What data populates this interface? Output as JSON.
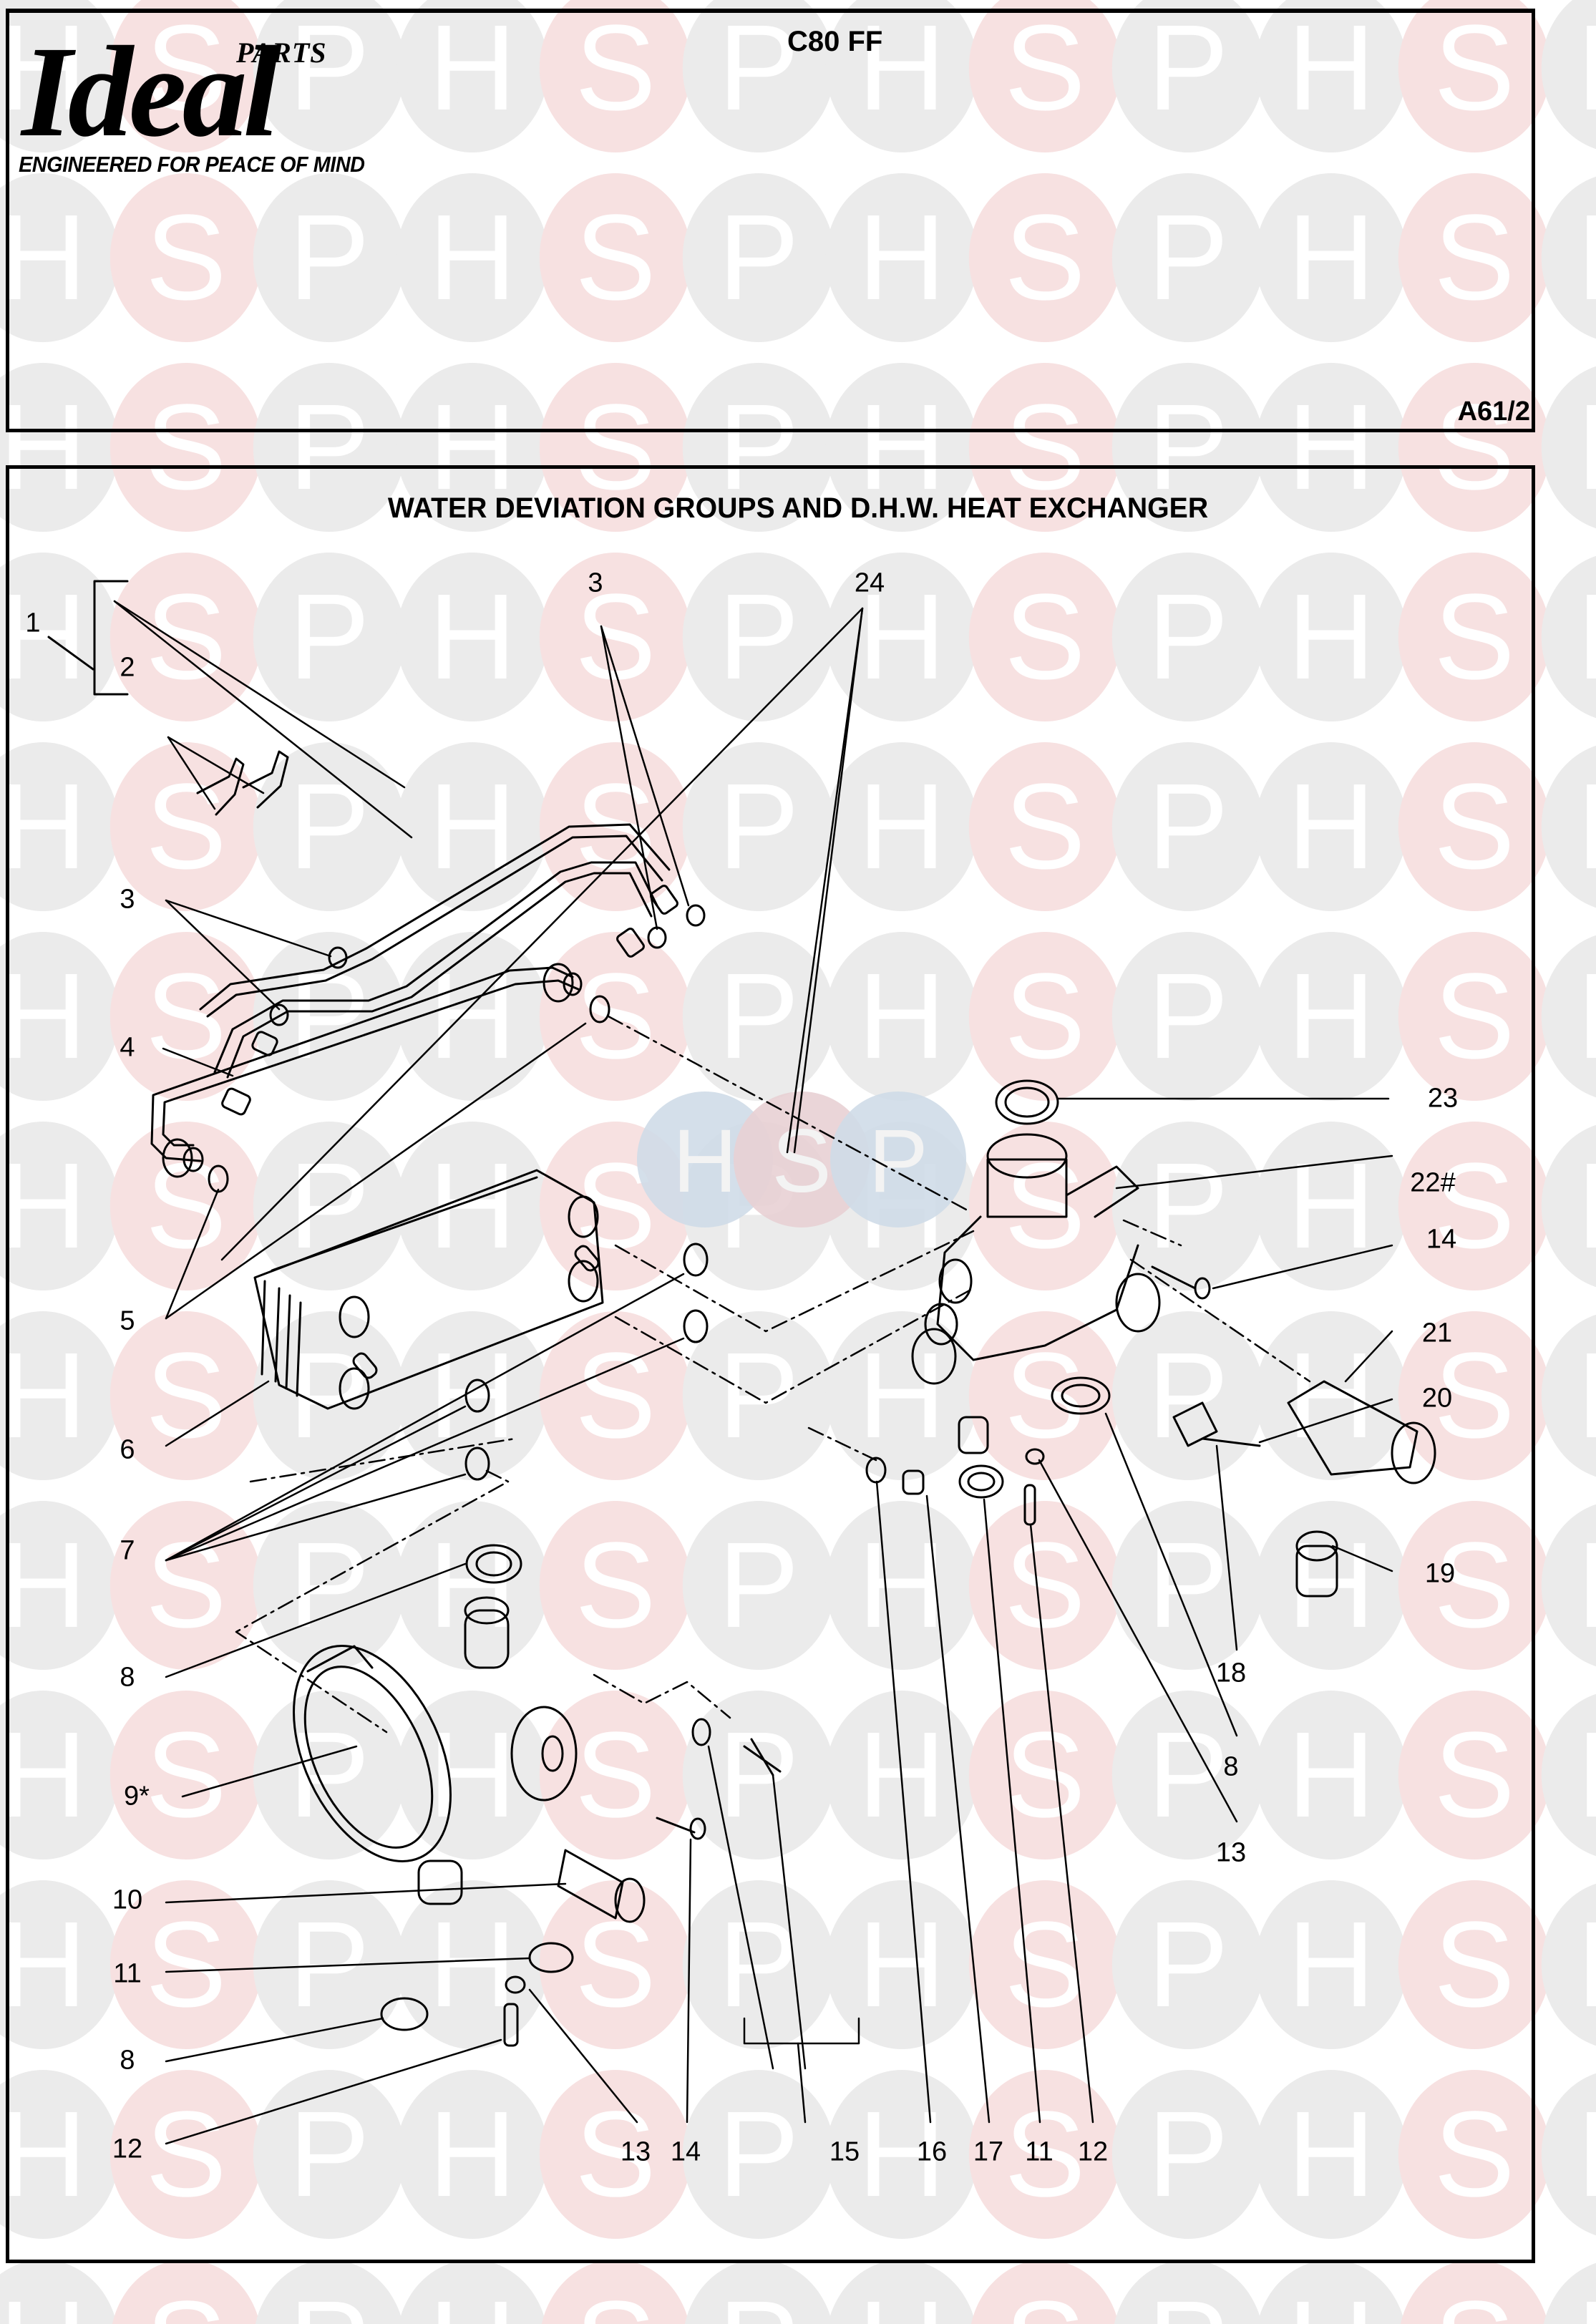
{
  "header": {
    "brand": "Ideal",
    "brand_sub": "PARTS",
    "tagline": "ENGINEERED FOR PEACE OF MIND",
    "model": "C80 FF",
    "diagram_ref": "A61/2"
  },
  "diagram": {
    "title": "WATER DEVIATION GROUPS AND D.H.W. HEAT EXCHANGER",
    "watermark_letters": [
      "H",
      "S",
      "P"
    ],
    "watermark_colors": {
      "gray": "#ebebeb",
      "pink": "#f7e1e1",
      "center_blue": "#cfdbe8",
      "center_pink": "#e8d0d4"
    },
    "callouts": [
      {
        "id": "c1",
        "label": "1"
      },
      {
        "id": "c2",
        "label": "2"
      },
      {
        "id": "c3a",
        "label": "3"
      },
      {
        "id": "c24",
        "label": "24"
      },
      {
        "id": "c3b",
        "label": "3"
      },
      {
        "id": "c4",
        "label": "4"
      },
      {
        "id": "c5",
        "label": "5"
      },
      {
        "id": "c6",
        "label": "6"
      },
      {
        "id": "c7",
        "label": "7"
      },
      {
        "id": "c8a",
        "label": "8"
      },
      {
        "id": "c9",
        "label": "9*"
      },
      {
        "id": "c10",
        "label": "10"
      },
      {
        "id": "c11a",
        "label": "11"
      },
      {
        "id": "c8b",
        "label": "8"
      },
      {
        "id": "c12a",
        "label": "12"
      },
      {
        "id": "c13a",
        "label": "13"
      },
      {
        "id": "c14a",
        "label": "14"
      },
      {
        "id": "c15",
        "label": "15"
      },
      {
        "id": "c16",
        "label": "16"
      },
      {
        "id": "c17",
        "label": "17"
      },
      {
        "id": "c11b",
        "label": "11"
      },
      {
        "id": "c12b",
        "label": "12"
      },
      {
        "id": "c23",
        "label": "23"
      },
      {
        "id": "c22",
        "label": "22#"
      },
      {
        "id": "c14b",
        "label": "14"
      },
      {
        "id": "c21",
        "label": "21"
      },
      {
        "id": "c20",
        "label": "20"
      },
      {
        "id": "c19",
        "label": "19"
      },
      {
        "id": "c18",
        "label": "18"
      },
      {
        "id": "c8c",
        "label": "8"
      },
      {
        "id": "c13b",
        "label": "13"
      }
    ]
  }
}
